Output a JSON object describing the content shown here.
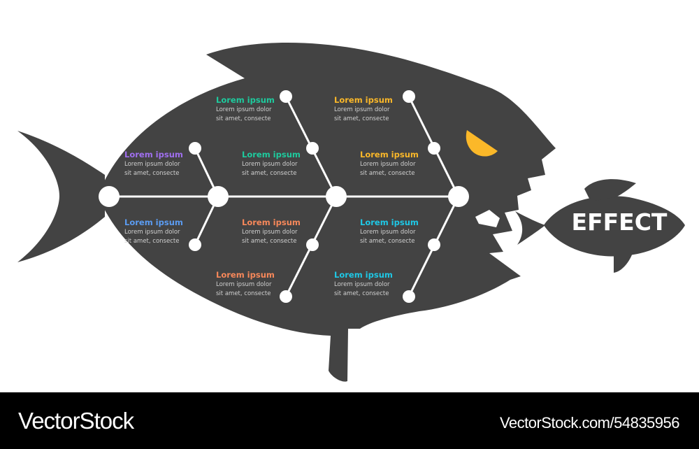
{
  "diagram": {
    "type": "fishbone-ishikawa",
    "colors": {
      "fish_body": "#434343",
      "bones": "#ffffff",
      "eye": "#fbb829",
      "background": "#ffffff"
    },
    "effect_label": "EFFECT",
    "causes": [
      {
        "id": "top-left",
        "title": "Lorem ipsum",
        "line1": "Lorem ipsum dolor",
        "line2": "sit amet, consecte",
        "color": "#a06ff0"
      },
      {
        "id": "bottom-left",
        "title": "Lorem ipsum",
        "line1": "Lorem ipsum dolor",
        "line2": "sit amet, consecte",
        "color": "#5b9cf2"
      },
      {
        "id": "top-mid-upper",
        "title": "Lorem ipsum",
        "line1": "Lorem ipsum dolor",
        "line2": "sit amet, consecte",
        "color": "#1ecb9e"
      },
      {
        "id": "top-mid-lower",
        "title": "Lorem ipsum",
        "line1": "Lorem ipsum dolor",
        "line2": "sit amet, consecte",
        "color": "#1ecb9e"
      },
      {
        "id": "bottom-mid-upper",
        "title": "Lorem ipsum",
        "line1": "Lorem ipsum dolor",
        "line2": "sit amet, consecte",
        "color": "#f7885a"
      },
      {
        "id": "bottom-mid-lower",
        "title": "Lorem ipsum",
        "line1": "Lorem ipsum dolor",
        "line2": "sit amet, consecte",
        "color": "#f7885a"
      },
      {
        "id": "top-right-upper",
        "title": "Lorem ipsum",
        "line1": "Lorem ipsum dolor",
        "line2": "sit amet, consecte",
        "color": "#fbb829"
      },
      {
        "id": "top-right-lower",
        "title": "Lorem ipsum",
        "line1": "Lorem ipsum dolor",
        "line2": "sit amet, consecte",
        "color": "#fbb829"
      },
      {
        "id": "bottom-right-upper",
        "title": "Lorem ipsum",
        "line1": "Lorem ipsum dolor",
        "line2": "sit amet, consecte",
        "color": "#1ec8e6"
      },
      {
        "id": "bottom-right-lower",
        "title": "Lorem ipsum",
        "line1": "Lorem ipsum dolor",
        "line2": "sit amet, consecte",
        "color": "#1ec8e6"
      }
    ]
  },
  "footer": {
    "brand": "VectorStock",
    "image_id": "VectorStock.com/54835956"
  }
}
